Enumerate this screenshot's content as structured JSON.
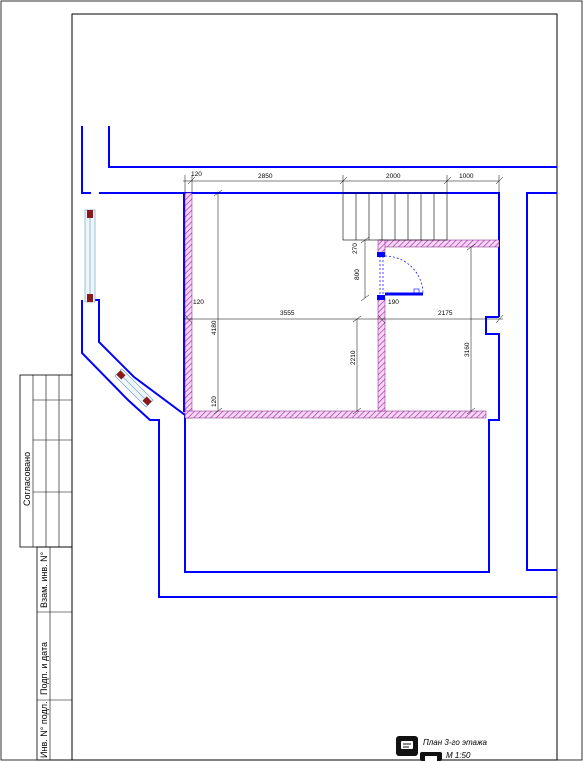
{
  "title_block": {
    "approved": "Согласовано",
    "replacement_inv": "Взам. инв. N°",
    "signature_date": "Подп. и дата",
    "original_inv": "Инв. N° подл."
  },
  "dimensions": {
    "d120_top": "120",
    "d2850": "2850",
    "d2000": "2000",
    "d1000": "1000",
    "d270": "270",
    "d800": "800",
    "d120_left": "120",
    "d4180": "4180",
    "d3555": "3555",
    "d190": "190",
    "d2175": "2175",
    "d2210": "2210",
    "d3160": "3160",
    "d120_bottom": "120"
  },
  "caption": {
    "plan_title": "План 3-го этажа",
    "scale": "М 1:50"
  },
  "colors": {
    "walls": "#0000ff",
    "partition_hatch": "#b030b0",
    "window_frame": "#8b1a1a"
  }
}
